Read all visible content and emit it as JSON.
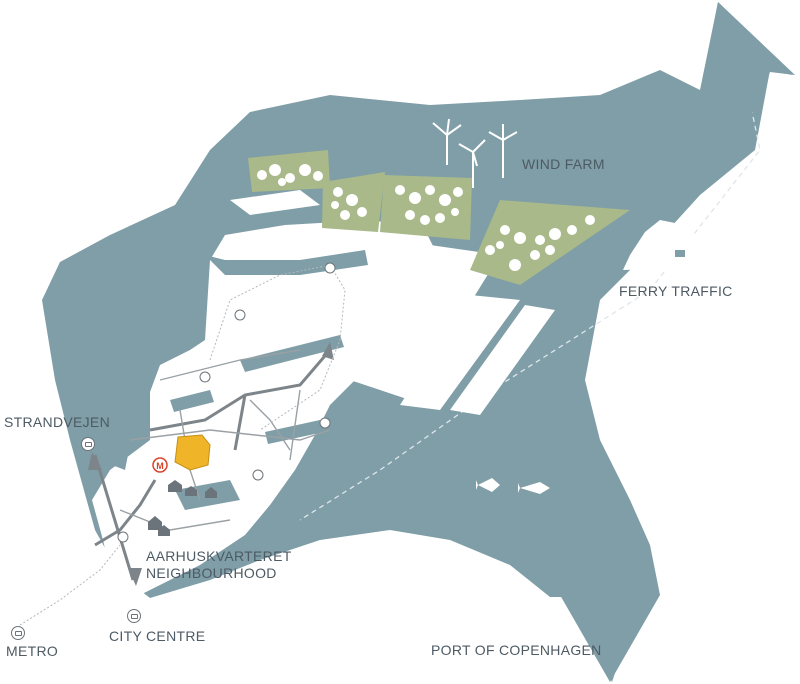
{
  "labels": {
    "wind_farm": "WIND FARM",
    "ferry_traffic": "FERRY TRAFFIC",
    "strandvejen": "STRANDVEJEN",
    "aarhuskvarteret_line1": "AARHUSKVARTERET",
    "aarhuskvarteret_line2": "NEIGHBOURHOOD",
    "metro": "METRO",
    "city_centre": "CITY CENTRE",
    "port": "PORT OF COPENHAGEN"
  },
  "metro_marker": "M",
  "colors": {
    "water": "#7f9ea7",
    "land": "#ffffff",
    "park": "#a9b98a",
    "site": "#f0b429",
    "metro_red": "#d9432b",
    "route": "#7d858a",
    "text": "#4d5a63"
  },
  "icons": [
    "wind-turbine-icon",
    "tree-icon",
    "ferry-icon",
    "fish-icon",
    "car-icon",
    "metro-icon",
    "house-icon",
    "bike-icon"
  ]
}
